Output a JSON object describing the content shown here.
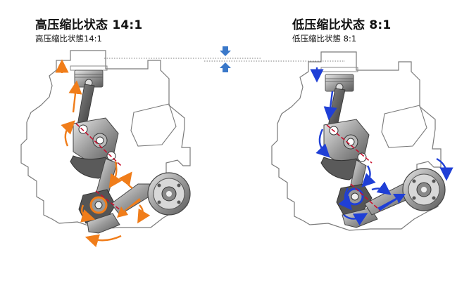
{
  "left_panel": {
    "title": "高压缩比状态 14:1",
    "subtitle": "高压縮比状態14:1",
    "arrow_color": "#f07d1a",
    "arrow_direction": "up"
  },
  "right_panel": {
    "title": "低压缩比状态 8:1",
    "subtitle": "低压縮比状態 8:1",
    "arrow_color": "#1f3fd6",
    "arrow_direction": "down"
  },
  "piston_height_marker": {
    "color": "#3a78c9",
    "icon": "compress-arrows-icon"
  },
  "colors": {
    "outline": "#7a7a7a",
    "metal_dark": "#4a4a4a",
    "metal_light": "#c9c9c9",
    "centerline": "#c8102e"
  }
}
